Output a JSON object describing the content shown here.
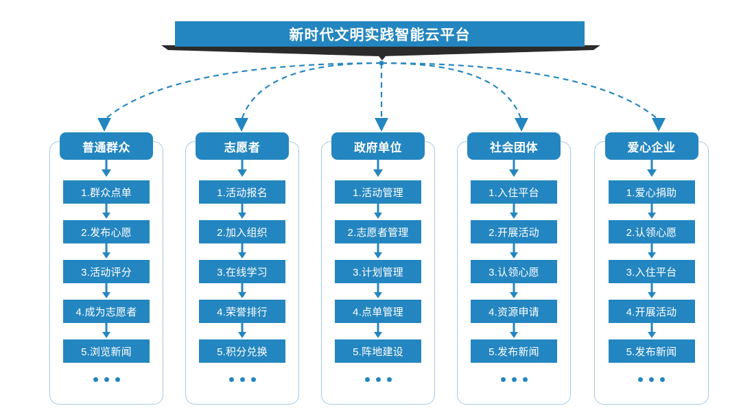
{
  "platform": {
    "title": "新时代文明实践智能云平台",
    "banner_color": "#2486c0",
    "shadow_color": "#2b2b2b"
  },
  "colors": {
    "accent": "#2486c0",
    "container_border": "#9ecbe8",
    "connector": "#2486c0",
    "background": "#ffffff",
    "text_on_accent": "#ffffff"
  },
  "ellipsis_label": "•••",
  "columns": [
    {
      "header": "普通群众",
      "items": [
        "1.群众点单",
        "2.发布心愿",
        "3.活动评分",
        "4.成为志愿者",
        "5.浏览新闻"
      ]
    },
    {
      "header": "志愿者",
      "items": [
        "1.活动报名",
        "2.加入组织",
        "3.在线学习",
        "4.荣誉排行",
        "5.积分兑换"
      ]
    },
    {
      "header": "政府单位",
      "items": [
        "1.活动管理",
        "2.志愿者管理",
        "3.计划管理",
        "4.点单管理",
        "5.阵地建设"
      ]
    },
    {
      "header": "社会团体",
      "items": [
        "1.入住平台",
        "2.开展活动",
        "3.认领心愿",
        "4.资源申请",
        "5.发布新闻"
      ]
    },
    {
      "header": "爱心企业",
      "items": [
        "1.爱心捐助",
        "2.认领心愿",
        "3.入住平台",
        "4.开展活动",
        "5.发布新闻"
      ]
    }
  ]
}
